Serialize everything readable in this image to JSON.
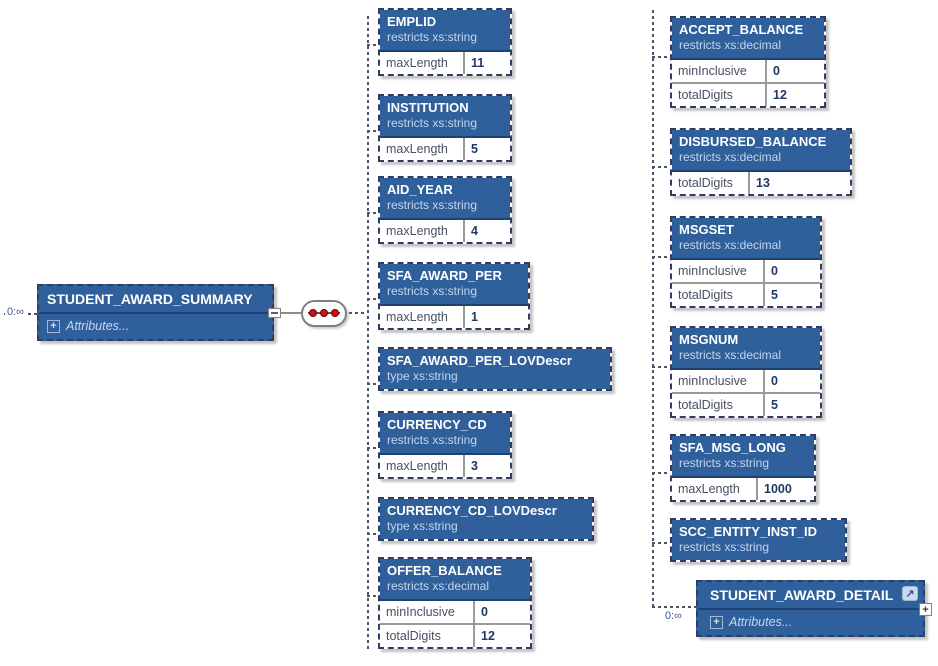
{
  "diagram": {
    "icons": {
      "expand_plus": "+",
      "reference_arrow": "↗"
    },
    "root": {
      "name": "STUDENT_AWARD_SUMMARY",
      "attributes_label": "Attributes...",
      "multiplicity": "0:∞"
    },
    "detail": {
      "name": "STUDENT_AWARD_DETAIL",
      "attributes_label": "Attributes...",
      "multiplicity": "0:∞"
    },
    "middle": [
      {
        "name": "EMPLID",
        "subtitle": "restricts xs:string",
        "facets": [
          {
            "key": "maxLength",
            "value": "11"
          }
        ]
      },
      {
        "name": "INSTITUTION",
        "subtitle": "restricts xs:string",
        "facets": [
          {
            "key": "maxLength",
            "value": "5"
          }
        ]
      },
      {
        "name": "AID_YEAR",
        "subtitle": "restricts xs:string",
        "facets": [
          {
            "key": "maxLength",
            "value": "4"
          }
        ]
      },
      {
        "name": "SFA_AWARD_PER",
        "subtitle": "restricts xs:string",
        "facets": [
          {
            "key": "maxLength",
            "value": "1"
          }
        ]
      },
      {
        "name": "SFA_AWARD_PER_LOVDescr",
        "subtitle": "type xs:string",
        "facets": []
      },
      {
        "name": "CURRENCY_CD",
        "subtitle": "restricts xs:string",
        "facets": [
          {
            "key": "maxLength",
            "value": "3"
          }
        ]
      },
      {
        "name": "CURRENCY_CD_LOVDescr",
        "subtitle": "type xs:string",
        "facets": []
      },
      {
        "name": "OFFER_BALANCE",
        "subtitle": "restricts xs:decimal",
        "facets": [
          {
            "key": "minInclusive",
            "value": "0"
          },
          {
            "key": "totalDigits",
            "value": "12"
          }
        ]
      }
    ],
    "right": [
      {
        "name": "ACCEPT_BALANCE",
        "subtitle": "restricts xs:decimal",
        "facets": [
          {
            "key": "minInclusive",
            "value": "0"
          },
          {
            "key": "totalDigits",
            "value": "12"
          }
        ]
      },
      {
        "name": "DISBURSED_BALANCE",
        "subtitle": "restricts xs:decimal",
        "facets": [
          {
            "key": "totalDigits",
            "value": "13"
          }
        ]
      },
      {
        "name": "MSGSET",
        "subtitle": "restricts xs:decimal",
        "facets": [
          {
            "key": "minInclusive",
            "value": "0"
          },
          {
            "key": "totalDigits",
            "value": "5"
          }
        ]
      },
      {
        "name": "MSGNUM",
        "subtitle": "restricts xs:decimal",
        "facets": [
          {
            "key": "minInclusive",
            "value": "0"
          },
          {
            "key": "totalDigits",
            "value": "5"
          }
        ]
      },
      {
        "name": "SFA_MSG_LONG",
        "subtitle": "restricts xs:string",
        "facets": [
          {
            "key": "maxLength",
            "value": "1000"
          }
        ]
      },
      {
        "name": "SCC_ENTITY_INST_ID",
        "subtitle": "restricts xs:string",
        "facets": []
      }
    ],
    "colors": {
      "header_blue": "#30609C",
      "border_navy": "#2E3D60",
      "subtitle_text": "#C4D6EB",
      "facet_key_text": "#474F63",
      "facet_value_text": "#1F3864",
      "red_dot": "#D01111",
      "connector_gray": "#8C8C8C",
      "multiplicity_text": "#3C5A8C"
    }
  }
}
